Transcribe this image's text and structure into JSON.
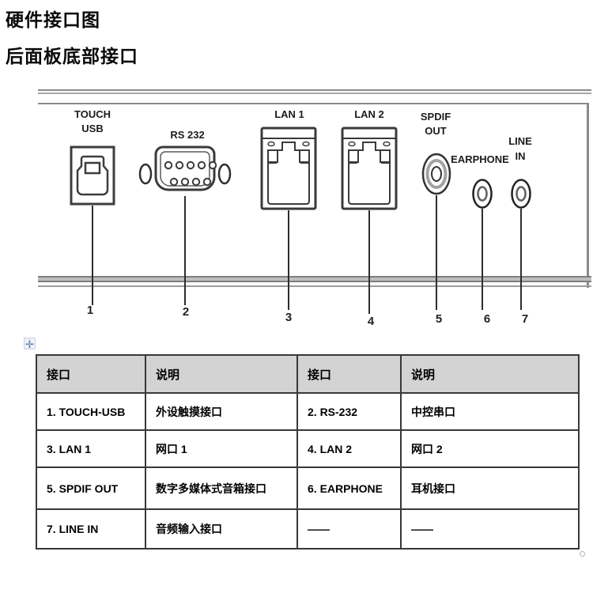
{
  "page": {
    "title_line1": "硬件接口图",
    "title_line2": "后面板底部接口"
  },
  "panel": {
    "connectors": [
      {
        "number": "1",
        "label_lines": [
          "TOUCH",
          "USB"
        ],
        "type": "usb-b-port"
      },
      {
        "number": "2",
        "label_lines": [
          "RS 232"
        ],
        "type": "db9-serial-port"
      },
      {
        "number": "3",
        "label_lines": [
          "LAN 1"
        ],
        "type": "rj45-port"
      },
      {
        "number": "4",
        "label_lines": [
          "LAN 2"
        ],
        "type": "rj45-port"
      },
      {
        "number": "5",
        "label_lines": [
          "SPDIF",
          "OUT"
        ],
        "type": "rca-port"
      },
      {
        "number": "6",
        "label_lines": [
          "EARPHONE"
        ],
        "type": "audio-jack-port"
      },
      {
        "number": "7",
        "label_lines": [
          "LINE",
          "IN"
        ],
        "type": "audio-jack-port"
      }
    ]
  },
  "table": {
    "headers": [
      "接口",
      "说明",
      "接口",
      "说明"
    ],
    "rows": [
      [
        "1. TOUCH-USB",
        "外设触摸接口",
        "2. RS-232",
        "中控串口"
      ],
      [
        "3. LAN 1",
        "网口 1",
        "4.  LAN 2",
        "网口 2"
      ],
      [
        "5. SPDIF OUT",
        "数字多媒体式音箱接口",
        "6. EARPHONE",
        "耳机接口"
      ],
      [
        "7. LINE IN",
        "音频输入接口",
        "——",
        "——"
      ]
    ]
  },
  "icons": {
    "table_move_handle": "✛"
  },
  "colors": {
    "header_bg": "#d3d3d3",
    "table_border": "#383838",
    "chassis_gray": "#8a8a8a",
    "line_dark": "#2e2e2e",
    "handle_blue": "#4d77b5"
  }
}
